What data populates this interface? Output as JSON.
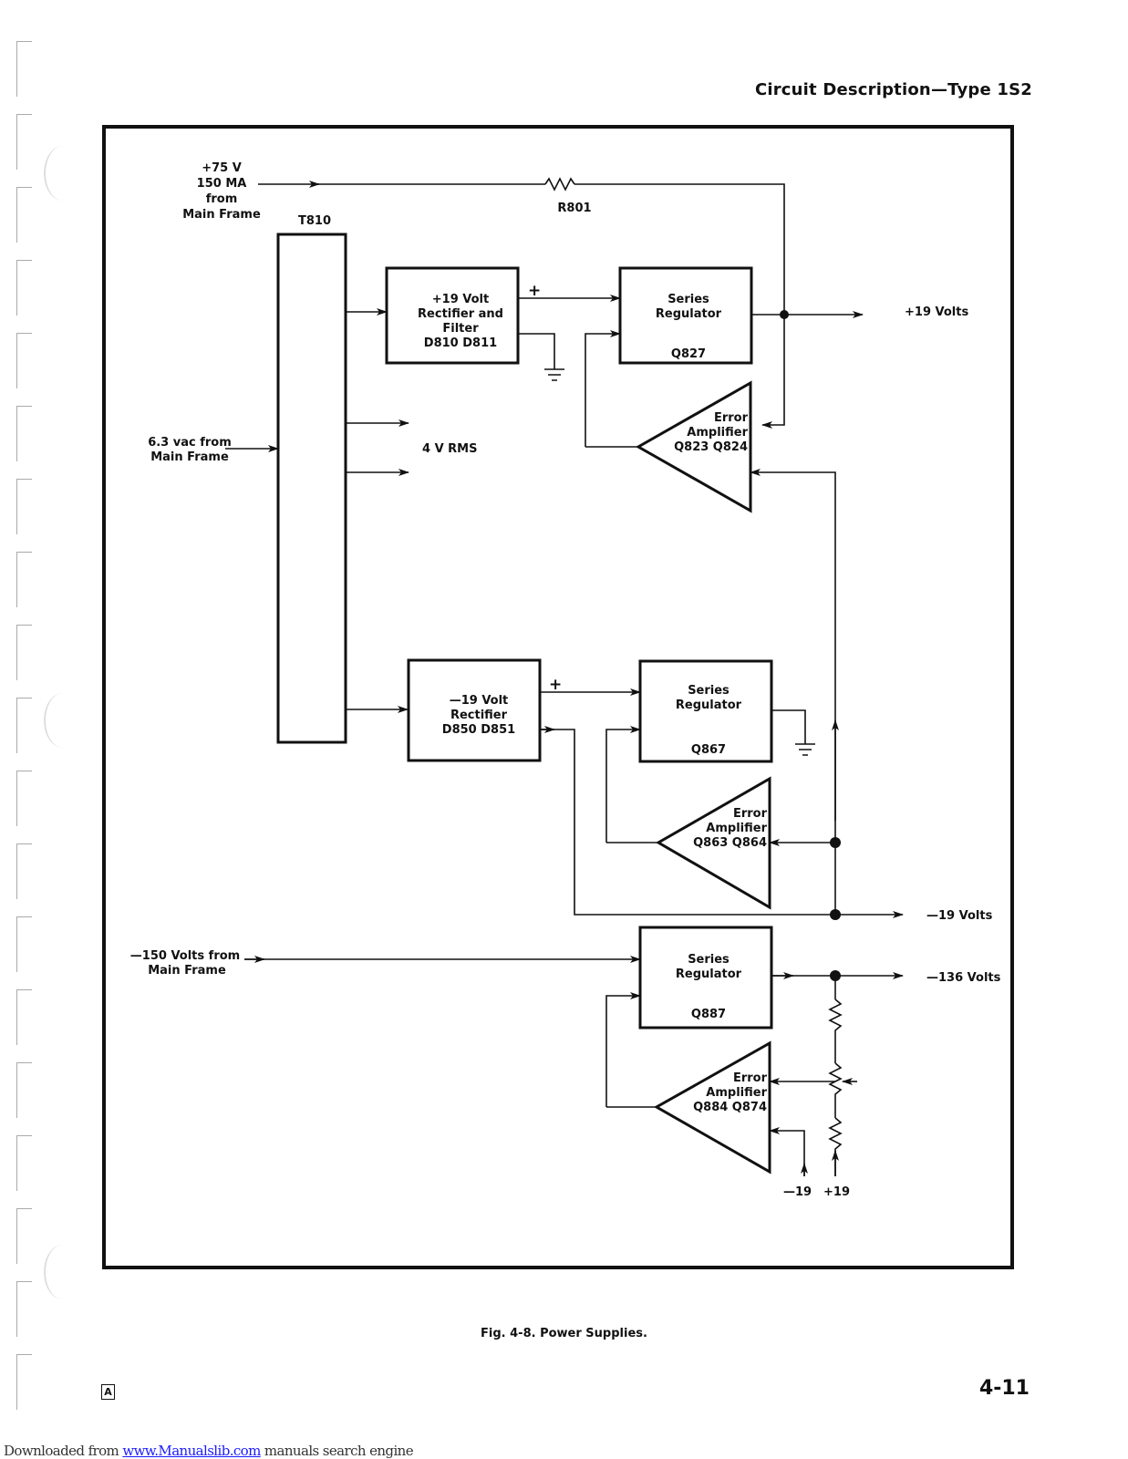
{
  "header": {
    "title": "Circuit Description—Type 1S2"
  },
  "diagram": {
    "inputs": {
      "plus75": [
        "+75 V",
        "150 MA",
        "from",
        "Main Frame"
      ],
      "vac": [
        "6.3 vac from",
        "Main Frame"
      ],
      "minus150": [
        "—150 Volts from",
        "Main Frame"
      ]
    },
    "transformer": "T810",
    "resistor": "R801",
    "rms": "4 V RMS",
    "rect_pos": [
      "+19 Volt",
      "Rectifier and",
      "Filter",
      "D810   D811"
    ],
    "rect_neg": [
      "—19 Volt",
      "Rectifier",
      "D850   D851"
    ],
    "plus_sign": "+",
    "regulators": [
      {
        "title": [
          "Series",
          "Regulator"
        ],
        "transistor": "Q827"
      },
      {
        "title": [
          "Series",
          "Regulator"
        ],
        "transistor": "Q867"
      },
      {
        "title": [
          "Series",
          "Regulator"
        ],
        "transistor": "Q887"
      }
    ],
    "amplifiers": [
      {
        "title": [
          "Error",
          "Amplifier"
        ],
        "transistors": "Q823   Q824"
      },
      {
        "title": [
          "Error",
          "Amplifier"
        ],
        "transistors": "Q863   Q864"
      },
      {
        "title": [
          "Error",
          "Amplifier"
        ],
        "transistors": "Q884   Q874"
      }
    ],
    "outputs": [
      "+19 Volts",
      "—19 Volts",
      "—136 Volts"
    ],
    "refs": [
      "—19",
      "+19"
    ]
  },
  "caption": "Fig. 4-8. Power Supplies.",
  "page_number": "4-11",
  "edition_mark": "A",
  "footer": {
    "prefix": "Downloaded from ",
    "link": "www.Manualslib.com",
    "suffix": " manuals search engine"
  }
}
